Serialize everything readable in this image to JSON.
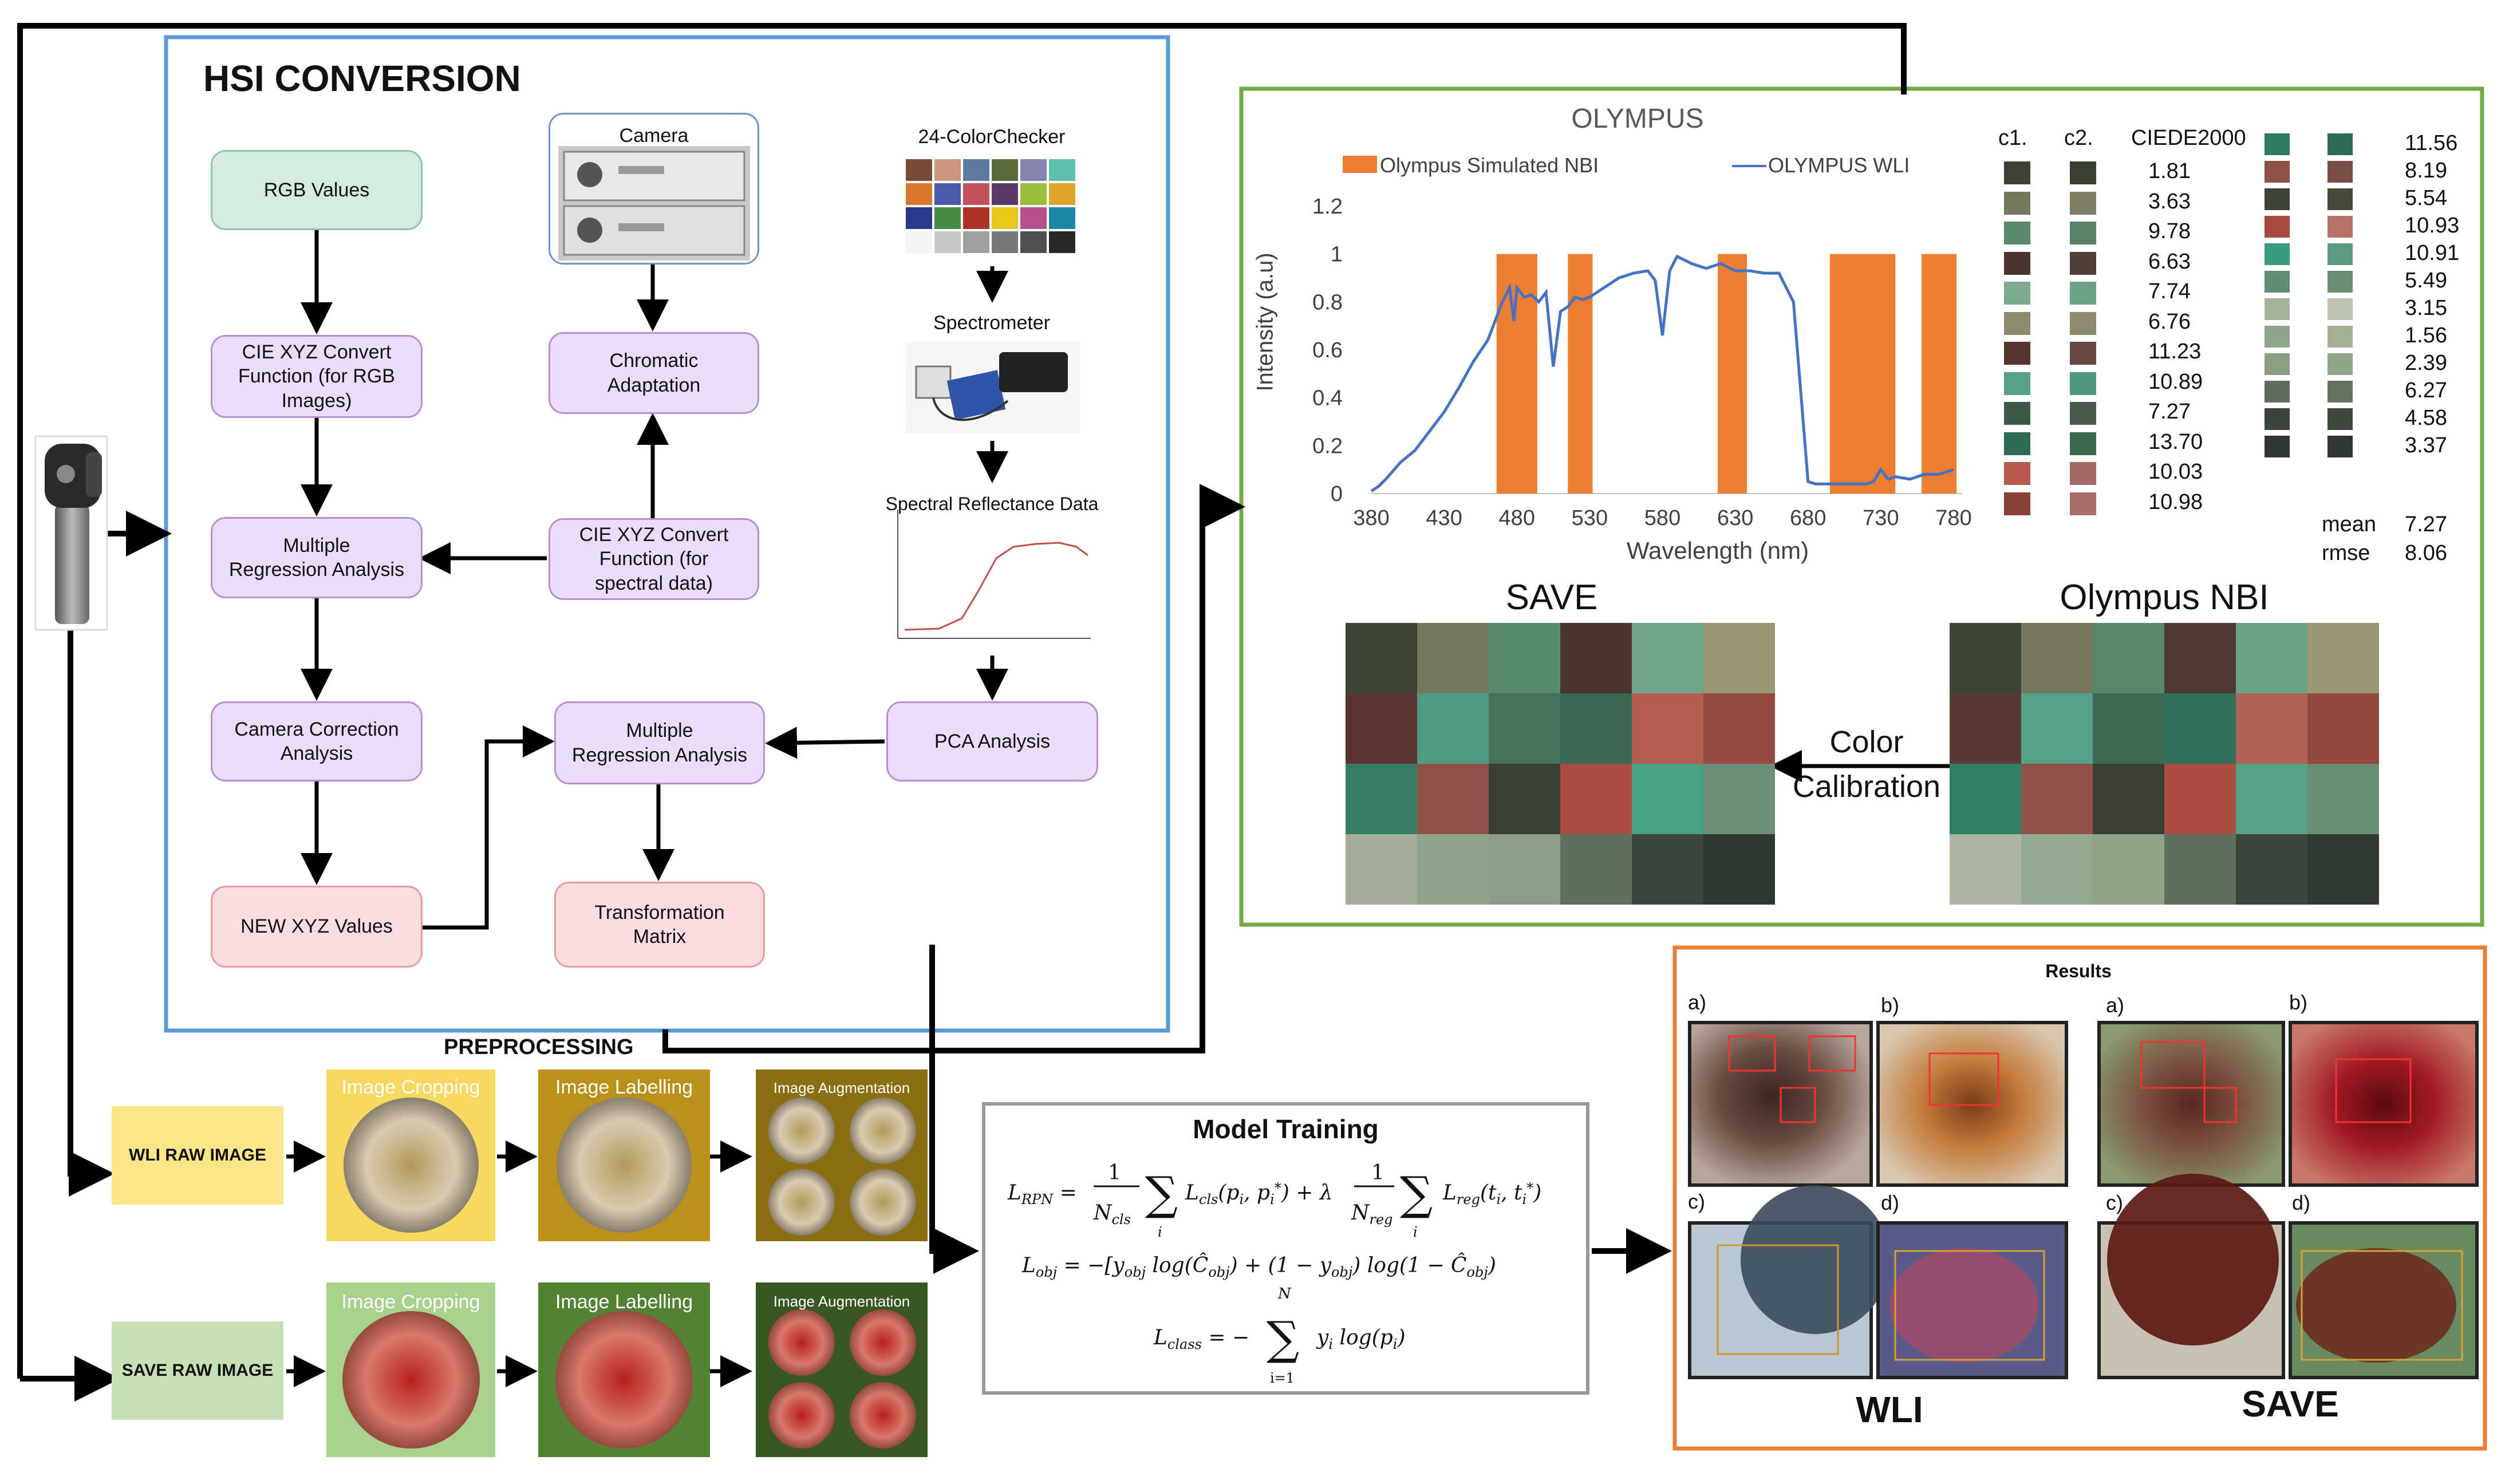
{
  "hsi": {
    "title": "HSI CONVERSION",
    "rgb_values": "RGB Values",
    "cie_rgb": "CIE XYZ Convert\nFunction (for RGB\nImages)",
    "mra_left": "Multiple\nRegression Analysis",
    "camera_correction": "Camera Correction\nAnalysis",
    "new_xyz": "NEW XYZ Values",
    "camera": "Camera",
    "chromatic": "Chromatic\nAdaptation",
    "cie_spectral": "CIE XYZ Convert\nFunction (for\nspectral data)",
    "mra_mid": "Multiple\nRegression Analysis",
    "transformation": "Transformation\nMatrix",
    "colorchecker": "24-ColorChecker",
    "spectrometer": "Spectrometer",
    "spectral_data": "Spectral Reflectance Data",
    "pca": "PCA Analysis"
  },
  "colors": {
    "hsi_border": "#5b9bd5",
    "olympus_border": "#70ad47",
    "results_border": "#ed7d31",
    "nbi_bar": "#ed7d31",
    "wli_line": "#4472c4"
  },
  "olympus": {
    "title": "OLYMPUS",
    "col_c1": "c1.",
    "col_c2": "c2.",
    "col_ciede": "CIEDE2000",
    "ciede_left": [
      "1.81",
      "3.63",
      "9.78",
      "6.63",
      "7.74",
      "6.76",
      "11.23",
      "10.89",
      "7.27",
      "13.70",
      "10.03",
      "10.98"
    ],
    "ciede_right": [
      "11.56",
      "8.19",
      "5.54",
      "10.93",
      "10.91",
      "5.49",
      "3.15",
      "1.56",
      "2.39",
      "6.27",
      "4.58",
      "3.37"
    ],
    "mean_label": "mean",
    "mean_value": "7.27",
    "rmse_label": "rmse",
    "rmse_value": "8.06",
    "swatch_c1_left": [
      "#3c4233",
      "#75775f",
      "#5a8a6c",
      "#4a3530",
      "#7aab8e",
      "#8f8a6e",
      "#55332c",
      "#55a086",
      "#3d5a46",
      "#2f6b52",
      "#b85a4e",
      "#8a4139"
    ],
    "swatch_c2_left": [
      "#3a4030",
      "#7f7e66",
      "#5c8068",
      "#52413a",
      "#6aa286",
      "#8e8a70",
      "#6a4640",
      "#4f9880",
      "#4a5d4c",
      "#3e6850",
      "#a46a66",
      "#a86e6a"
    ],
    "swatch_c1_right": [
      "#2f7a62",
      "#8e5048",
      "#3d4337",
      "#a84a3e",
      "#3a9a80",
      "#5f8e76",
      "#a6b29c",
      "#8fa58c",
      "#8a9e84",
      "#5f6e5c",
      "#3a463c",
      "#2e3a30"
    ],
    "swatch_c2_right": [
      "#2f6a52",
      "#7a4e48",
      "#474a3a",
      "#b87068",
      "#5e9a80",
      "#6c8c74",
      "#bbc4b0",
      "#a4b294",
      "#90a68a",
      "#67725e",
      "#3f4a3e",
      "#30392f"
    ],
    "save_label": "SAVE",
    "nbi_label": "Olympus NBI",
    "calibration_label_1": "Color",
    "calibration_label_2": "Calibration",
    "save_grid": [
      "#3f4535",
      "#76775f",
      "#588a6c",
      "#4a362f",
      "#6fa488",
      "#9c9678",
      "#5a3530",
      "#4e9a82",
      "#46715a",
      "#3a6a55",
      "#b45e52",
      "#944a42",
      "#357e66",
      "#8e5248",
      "#3a4035",
      "#a94d43",
      "#47a184",
      "#6c8e74",
      "#a5ad98",
      "#8fa48b",
      "#8c9e86",
      "#5f6f5c",
      "#3d473d",
      "#2f392f"
    ],
    "nbi_grid": [
      "#3e4434",
      "#787860",
      "#5a886a",
      "#4e3a32",
      "#6aa286",
      "#9c9678",
      "#5a3a32",
      "#55a28a",
      "#3e6a54",
      "#32705a",
      "#b06254",
      "#94473f",
      "#2f8066",
      "#8e5248",
      "#3a3e34",
      "#ad4e45",
      "#55a286",
      "#6a8e74",
      "#aab49e",
      "#94a890",
      "#8ea488",
      "#5f705c",
      "#3c463c",
      "#2f3a30"
    ],
    "chart_data": {
      "type": "bar",
      "title": "",
      "xlabel": "Wavelength (nm)",
      "ylabel": "Intensity (a.u)",
      "ylim": [
        0,
        1.2
      ],
      "xlim": [
        380,
        780
      ],
      "x_ticks": [
        "380",
        "430",
        "480",
        "530",
        "580",
        "630",
        "680",
        "730",
        "780"
      ],
      "y_ticks": [
        "0",
        "0.2",
        "0.4",
        "0.6",
        "0.8",
        "1",
        "1.2"
      ],
      "legend_position": "top",
      "grid": false,
      "series": [
        {
          "name": "Olympus Simulated NBI",
          "type": "bar",
          "bands": [
            [
              466,
              494,
              1.0
            ],
            [
              515,
              532,
              1.0
            ],
            [
              618,
              638,
              1.0
            ],
            [
              695,
              740,
              1.0
            ],
            [
              758,
              782,
              1.0
            ]
          ]
        },
        {
          "name": "OLYMPUS WLI",
          "type": "line",
          "x": [
            380,
            385,
            390,
            400,
            410,
            420,
            430,
            440,
            450,
            460,
            465,
            470,
            475,
            478,
            480,
            485,
            490,
            495,
            500,
            505,
            510,
            515,
            520,
            525,
            530,
            540,
            550,
            560,
            570,
            575,
            580,
            585,
            590,
            600,
            610,
            620,
            630,
            640,
            650,
            660,
            670,
            680,
            685,
            690,
            700,
            710,
            720,
            725,
            730,
            735,
            740,
            750,
            760,
            770,
            780
          ],
          "y": [
            0.01,
            0.03,
            0.06,
            0.13,
            0.18,
            0.26,
            0.34,
            0.44,
            0.55,
            0.64,
            0.72,
            0.8,
            0.86,
            0.72,
            0.86,
            0.82,
            0.83,
            0.8,
            0.84,
            0.53,
            0.76,
            0.78,
            0.82,
            0.81,
            0.82,
            0.86,
            0.9,
            0.92,
            0.93,
            0.89,
            0.66,
            0.93,
            0.99,
            0.96,
            0.94,
            0.96,
            0.93,
            0.93,
            0.92,
            0.92,
            0.8,
            0.05,
            0.04,
            0.04,
            0.04,
            0.04,
            0.04,
            0.05,
            0.1,
            0.06,
            0.07,
            0.06,
            0.08,
            0.08,
            0.1
          ]
        }
      ]
    }
  },
  "preprocessing": {
    "title": "PREPROCESSING",
    "wli_raw": "WLI RAW IMAGE",
    "save_raw": "SAVE RAW IMAGE",
    "cropping": "Image Cropping",
    "labelling": "Image Labelling",
    "augmentation": "Image Augmentation"
  },
  "model": {
    "title": "Model Training"
  },
  "results": {
    "title": "Results",
    "label_a": "a)",
    "label_b": "b)",
    "label_c": "c)",
    "label_d": "d)",
    "wli": "WLI",
    "save": "SAVE"
  }
}
